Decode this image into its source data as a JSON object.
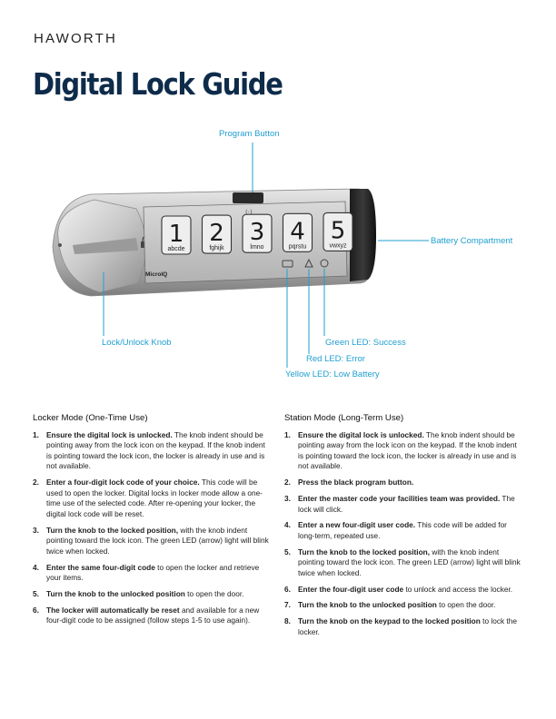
{
  "brand": "HAWORTH",
  "title": "Digital Lock Guide",
  "figure": {
    "keys": [
      {
        "digit": "1",
        "letters": "abcde"
      },
      {
        "digit": "2",
        "letters": "fghijk"
      },
      {
        "digit": "3",
        "letters": "lmno"
      },
      {
        "digit": "4",
        "letters": "pqrstu"
      },
      {
        "digit": "5",
        "letters": "vwxyz"
      }
    ],
    "logo": "MicroIQ",
    "callouts": {
      "program_button": "Program Button",
      "battery": "Battery Compartment",
      "knob": "Lock/Unlock Knob",
      "green_led": "Green LED: Success",
      "red_led": "Red LED: Error",
      "yellow_led": "Yellow LED: Low Battery"
    },
    "colors": {
      "accent": "#1f9fd0",
      "title": "#0e2b4a"
    }
  },
  "locker": {
    "title": "Locker Mode (One-Time Use)",
    "steps": [
      {
        "n": "1.",
        "bold": "Ensure the digital lock is unlocked.",
        "rest": " The knob indent should be pointing away from the lock icon on the keypad. If the knob indent is pointing toward the lock icon, the locker is already in use and is not available."
      },
      {
        "n": "2.",
        "bold": "Enter a four-digit lock code of your choice.",
        "rest": " This code will be used to open the locker. Digital locks in locker mode allow a one-time use of the selected code. After re-opening your locker, the digital lock code will be reset."
      },
      {
        "n": "3.",
        "bold": "Turn the knob to the locked position,",
        "rest": " with the knob indent pointing toward the lock icon. The green LED (arrow) light will blink twice when locked."
      },
      {
        "n": "4.",
        "bold": "Enter the same four-digit code",
        "rest": " to open the locker and retrieve your items."
      },
      {
        "n": "5.",
        "bold": "Turn the knob to the unlocked position",
        "rest": " to open the door."
      },
      {
        "n": "6.",
        "bold": "The locker will automatically be reset",
        "rest": " and available for a new four-digit code to be assigned (follow steps 1-5 to use again)."
      }
    ]
  },
  "station": {
    "title": "Station Mode (Long-Term Use)",
    "steps": [
      {
        "n": "1.",
        "bold": "Ensure the digital lock is unlocked.",
        "rest": " The knob indent should be pointing away from the lock icon on the keypad. If the knob indent is pointing toward the lock icon, the locker is already in use and is not available."
      },
      {
        "n": "2.",
        "bold": "Press the black program button.",
        "rest": ""
      },
      {
        "n": "3.",
        "bold": "Enter the master code your facilities team was provided.",
        "rest": " The lock will click."
      },
      {
        "n": "4.",
        "bold": "Enter a new four-digit user code.",
        "rest": " This code will be added for long-term, repeated use."
      },
      {
        "n": "5.",
        "bold": "Turn the knob to the locked position,",
        "rest": " with the knob indent pointing toward the lock icon. The green LED (arrow) light will blink twice when locked."
      },
      {
        "n": "6.",
        "bold": "Enter the four-digit user code",
        "rest": " to unlock and access the locker."
      },
      {
        "n": "7.",
        "bold": "Turn the knob to the unlocked position",
        "rest": " to open the door."
      },
      {
        "n": "8.",
        "bold": "Turn the knob on the keypad to the locked position",
        "rest": " to lock the locker."
      }
    ]
  }
}
